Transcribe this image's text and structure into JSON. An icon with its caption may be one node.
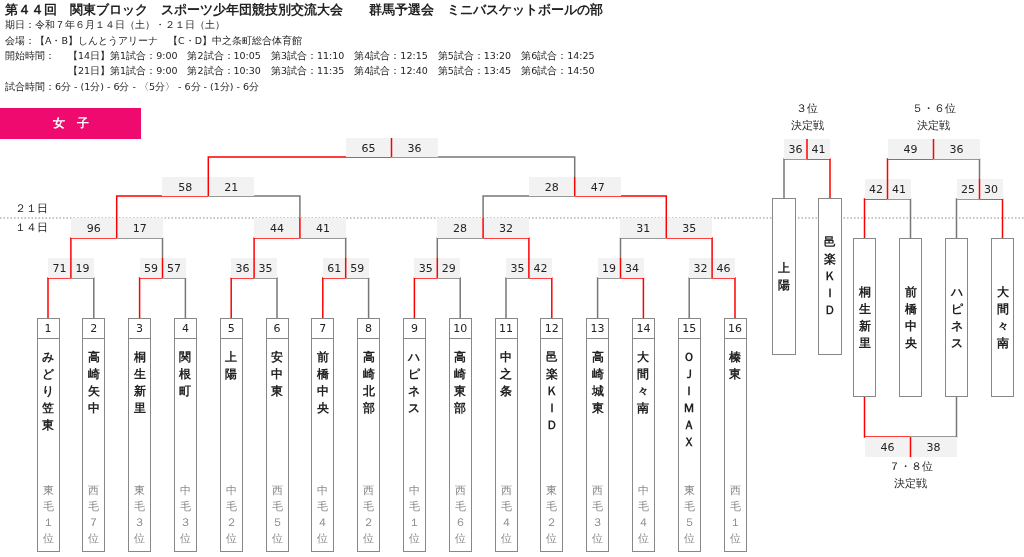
{
  "diagram": {
    "title": "第４４回　関東ブロック　スポーツ少年団競技別交流大会　　群馬予選会　ミニバスケットボールの部",
    "nodes": [
      {
        "text": [
          "女　子"
        ]
      },
      {
        "text": [
          "1",
          "みどり笠東",
          "東毛１位"
        ]
      },
      {
        "text": [
          "2",
          "高崎矢中",
          "西毛７位"
        ]
      },
      {
        "text": [
          "3",
          "桐生新里",
          "東毛３位"
        ]
      },
      {
        "text": [
          "4",
          "関根町",
          "中毛３位"
        ]
      },
      {
        "text": [
          "5",
          "上陽",
          "中毛２位"
        ]
      },
      {
        "text": [
          "6",
          "安中東",
          "西毛５位"
        ]
      },
      {
        "text": [
          "7",
          "前橋中央",
          "中毛４位"
        ]
      },
      {
        "text": [
          "8",
          "高崎北部",
          "西毛２位"
        ]
      },
      {
        "text": [
          "9",
          "ハピネス",
          "中毛１位"
        ]
      },
      {
        "text": [
          "10",
          "高崎東部",
          "西毛６位"
        ]
      },
      {
        "text": [
          "11",
          "中之条",
          "西毛４位"
        ]
      },
      {
        "text": [
          "12",
          "邑楽ＫＩＤ",
          "東毛２位"
        ]
      },
      {
        "text": [
          "13",
          "高崎城東",
          "西毛３位"
        ]
      },
      {
        "text": [
          "14",
          "大間々南",
          "中毛４位"
        ]
      },
      {
        "text": [
          "15",
          "ＯＪＩＭＡＸ",
          "東毛５位"
        ]
      },
      {
        "text": [
          "16",
          "榛東",
          "西毛１位"
        ]
      },
      {
        "text": [
          "上陽"
        ]
      },
      {
        "text": [
          "邑楽ＫＩＤ"
        ]
      },
      {
        "text": [
          "桐生新里"
        ]
      },
      {
        "text": [
          "前橋中央"
        ]
      },
      {
        "text": [
          "ハピネス"
        ]
      },
      {
        "text": [
          "大間々南"
        ]
      },
      {
        "text": [
          "71",
          "19"
        ]
      },
      {
        "text": [
          "59",
          "57"
        ]
      },
      {
        "text": [
          "36",
          "35"
        ]
      },
      {
        "text": [
          "61",
          "59"
        ]
      },
      {
        "text": [
          "35",
          "29"
        ]
      },
      {
        "text": [
          "35",
          "42"
        ]
      },
      {
        "text": [
          "19",
          "34"
        ]
      },
      {
        "text": [
          "32",
          "46"
        ]
      },
      {
        "text": [
          "96",
          "17"
        ]
      },
      {
        "text": [
          "44",
          "41"
        ]
      },
      {
        "text": [
          "28",
          "32"
        ]
      },
      {
        "text": [
          "31",
          "35"
        ]
      },
      {
        "text": [
          "58",
          "21"
        ]
      },
      {
        "text": [
          "28",
          "47"
        ]
      },
      {
        "text": [
          "65",
          "36"
        ]
      },
      {
        "text": [
          "36",
          "41"
        ],
        "beside": [
          "３位",
          "決定戦"
        ]
      },
      {
        "text": [
          "42",
          "41"
        ]
      },
      {
        "text": [
          "25",
          "30"
        ]
      },
      {
        "text": [
          "49",
          "36"
        ],
        "beside": [
          "５・６位",
          "決定戦"
        ]
      },
      {
        "text": [
          "46",
          "38"
        ],
        "beside": [
          "７・８位",
          "決定戦"
        ]
      }
    ],
    "edges": [
      {
        "from": 1,
        "to": 23,
        "arrow": "none",
        "color": "#ff0000"
      },
      {
        "from": 2,
        "to": 23,
        "arrow": "none",
        "color": "#777777"
      },
      {
        "from": 3,
        "to": 24,
        "arrow": "none",
        "color": "#ff0000"
      },
      {
        "from": 4,
        "to": 24,
        "arrow": "none",
        "color": "#777777"
      },
      {
        "from": 5,
        "to": 25,
        "arrow": "none",
        "color": "#ff0000"
      },
      {
        "from": 6,
        "to": 25,
        "arrow": "none",
        "color": "#777777"
      },
      {
        "from": 7,
        "to": 26,
        "arrow": "none",
        "color": "#ff0000"
      },
      {
        "from": 8,
        "to": 26,
        "arrow": "none",
        "color": "#777777"
      },
      {
        "from": 9,
        "to": 27,
        "arrow": "none",
        "color": "#ff0000"
      },
      {
        "from": 10,
        "to": 27,
        "arrow": "none",
        "color": "#777777"
      },
      {
        "from": 11,
        "to": 28,
        "arrow": "none",
        "color": "#777777"
      },
      {
        "from": 12,
        "to": 28,
        "arrow": "none",
        "color": "#ff0000"
      },
      {
        "from": 13,
        "to": 29,
        "arrow": "none",
        "color": "#777777"
      },
      {
        "from": 14,
        "to": 29,
        "arrow": "none",
        "color": "#ff0000"
      },
      {
        "from": 15,
        "to": 30,
        "arrow": "none",
        "color": "#777777"
      },
      {
        "from": 16,
        "to": 30,
        "arrow": "none",
        "color": "#ff0000"
      },
      {
        "from": 23,
        "to": 31,
        "arrow": "none",
        "color": "#ff0000"
      },
      {
        "from": 24,
        "to": 31,
        "arrow": "none",
        "color": "#777777"
      },
      {
        "from": 25,
        "to": 32,
        "arrow": "none",
        "color": "#ff0000"
      },
      {
        "from": 26,
        "to": 32,
        "arrow": "none",
        "color": "#777777"
      },
      {
        "from": 27,
        "to": 33,
        "arrow": "none",
        "color": "#777777"
      },
      {
        "from": 28,
        "to": 33,
        "arrow": "none",
        "color": "#ff0000"
      },
      {
        "from": 29,
        "to": 34,
        "arrow": "none",
        "color": "#777777"
      },
      {
        "from": 30,
        "to": 34,
        "arrow": "none",
        "color": "#ff0000"
      },
      {
        "from": 31,
        "to": 35,
        "arrow": "none",
        "color": "#ff0000"
      },
      {
        "from": 32,
        "to": 35,
        "arrow": "none",
        "color": "#777777"
      },
      {
        "from": 33,
        "to": 36,
        "arrow": "none",
        "color": "#777777"
      },
      {
        "from": 34,
        "to": 36,
        "arrow": "none",
        "color": "#ff0000"
      },
      {
        "from": 35,
        "to": 37,
        "arrow": "none",
        "color": "#ff0000"
      },
      {
        "from": 36,
        "to": 37,
        "arrow": "none",
        "color": "#777777"
      },
      {
        "from": 17,
        "to": 38,
        "arrow": "none",
        "color": "#777777"
      },
      {
        "from": 18,
        "to": 38,
        "arrow": "none",
        "color": "#ff0000"
      },
      {
        "from": 19,
        "to": 39,
        "arrow": "none",
        "color": "#ff0000"
      },
      {
        "from": 20,
        "to": 39,
        "arrow": "none",
        "color": "#777777"
      },
      {
        "from": 21,
        "to": 40,
        "arrow": "none",
        "color": "#777777"
      },
      {
        "from": 22,
        "to": 40,
        "arrow": "none",
        "color": "#ff0000"
      },
      {
        "from": 39,
        "to": 41,
        "arrow": "none",
        "color": "#ff0000"
      },
      {
        "from": 40,
        "to": 41,
        "arrow": "none",
        "color": "#777777"
      },
      {
        "from": 19,
        "to": 42,
        "arrow": "none",
        "color": "#ff0000"
      },
      {
        "from": 21,
        "to": 42,
        "arrow": "none",
        "color": "#777777"
      }
    ],
    "labels": [
      "期日：令和７年６月１４日（土）・２１日（土）",
      "会場：【A・B】しんとうアリーナ　【C・D】中之条町総合体育館",
      "開始時間：",
      "【14日】第1試合：9:00　第2試合：10:05　第3試合：11:10　第4試合：12:15　第5試合：13:20　第6試合：14:25",
      "【21日】第1試合：9:00　第2試合：10:30　第3試合：11:35　第4試合：12:40　第5試合：13:45　第6試合：14:50",
      "試合時間：6分 - (1分) - 6分 - 〈5分〉 - 6分 - (1分) - 6分",
      "２１日",
      "１４日"
    ]
  }
}
